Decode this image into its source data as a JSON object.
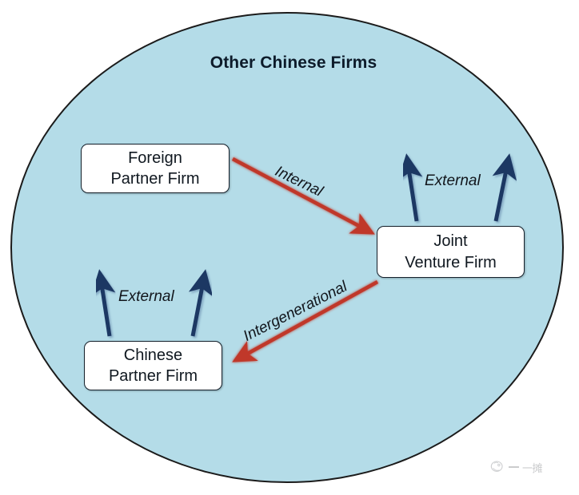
{
  "diagram": {
    "title": "Other Chinese Firms",
    "title_line1": "Other Chinese",
    "title_line2": "Firms",
    "boundary_shape_name": "ellipse",
    "colors": {
      "boundary_fill": "#b4dce8",
      "boundary_stroke": "#1b1b1b",
      "box_fill": "#ffffff",
      "box_stroke": "#15202b",
      "red_arrow": "#c0392b",
      "navy_arrow": "#1f3864",
      "text": "#101820"
    },
    "nodes": [
      {
        "id": "foreign-partner-firm",
        "line1": "Foreign",
        "line2": "Partner Firm"
      },
      {
        "id": "joint-venture-firm",
        "line1": "Joint",
        "line2": "Venture Firm"
      },
      {
        "id": "chinese-partner-firm",
        "line1": "Chinese",
        "line2": "Partner Firm"
      }
    ],
    "flows": [
      {
        "id": "internal",
        "label": "Internal",
        "color": "#c0392b",
        "from": "foreign-partner-firm",
        "to": "joint-venture-firm"
      },
      {
        "id": "intergenerational",
        "label": "Intergenerational",
        "color": "#c0392b",
        "from": "joint-venture-firm",
        "to": "chinese-partner-firm"
      },
      {
        "id": "external-joint-venture",
        "label": "External",
        "color": "#1f3864",
        "from": "joint-venture-firm",
        "to": "other-chinese-firms"
      },
      {
        "id": "external-chinese-partner",
        "label": "External",
        "color": "#1f3864",
        "from": "chinese-partner-firm",
        "to": "other-chinese-firms"
      }
    ]
  },
  "watermark": {
    "text": "一摊",
    "logo_icon": "bird-logo-icon"
  }
}
